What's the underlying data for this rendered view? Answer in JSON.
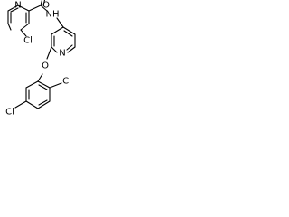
{
  "molecule": {
    "atoms": {
      "n_pyridine_top": "N",
      "cl_top": "Cl",
      "o_carbonyl": "O",
      "nh_amide": "NH",
      "n_pyridine_mid": "N",
      "o_ether": "O",
      "cl_ortho": "Cl",
      "cl_para": "Cl"
    }
  }
}
